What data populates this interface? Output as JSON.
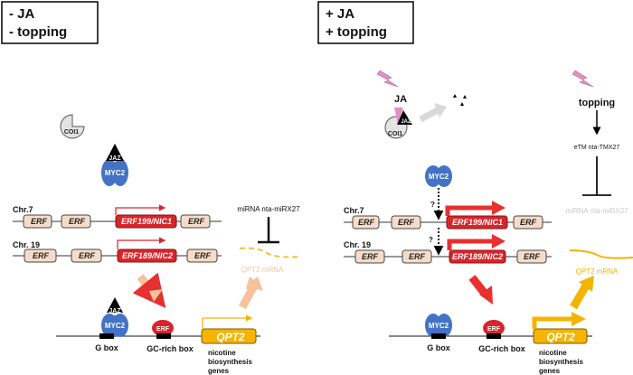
{
  "left_panel": {
    "header_line1": "- JA",
    "header_line2": "- topping",
    "coi1": "COI1",
    "jaz": "JAZ",
    "myc2": "MYC2",
    "chr7": "Chr.7",
    "chr19": "Chr. 19",
    "erf": "ERF",
    "nic1": "ERF199/NIC1",
    "nic2": "ERF189/NIC2",
    "mirna": "miRNA nta-miRX27",
    "qpt2_mrna": "QPT2 mRNA",
    "g_box": "G box",
    "gc_box": "GC-rich box",
    "qpt2": "QPT2",
    "nicotine_1": "nicotine",
    "nicotine_2": "biosynthesis",
    "nicotine_3": "genes"
  },
  "right_panel": {
    "header_line1": "+ JA",
    "header_line2": "+ topping",
    "ja": "JA",
    "coi1": "COI1",
    "jaz": "JAZ",
    "topping": "topping",
    "etm": "eTM nta-TMX27",
    "mirna": "miRNA nta-miRX27",
    "myc2": "MYC2",
    "question": "?",
    "chr7": "Chr.7",
    "chr19": "Chr. 19",
    "erf": "ERF",
    "nic1": "ERF199/NIC1",
    "nic2": "ERF189/NIC2",
    "qpt2_mrna": "QPT2 mRNA",
    "g_box": "G box",
    "gc_box": "GC-rich box",
    "qpt2": "QPT2",
    "nicotine_1": "nicotine",
    "nicotine_2": "biosynthesis",
    "nicotine_3": "genes"
  },
  "colors": {
    "myc2": "#4472c4",
    "nic": "#d9252a",
    "erf_box": "#f6dcc8",
    "qpt2": "#f5b400",
    "peach": "#f4c39d",
    "signal": "#e28fc6"
  }
}
